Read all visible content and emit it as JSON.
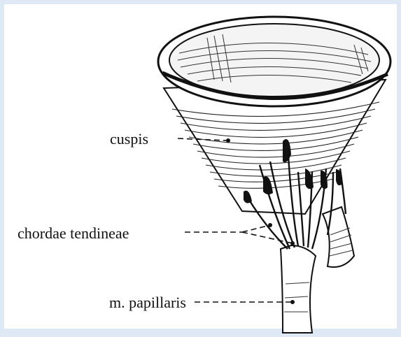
{
  "labels": {
    "cuspis": "cuspis",
    "chordae": "chordae tendineae",
    "papillaris": "m. papillaris"
  },
  "colors": {
    "background": "#dfe9f5",
    "panel": "#ffffff",
    "ink": "#111111"
  }
}
